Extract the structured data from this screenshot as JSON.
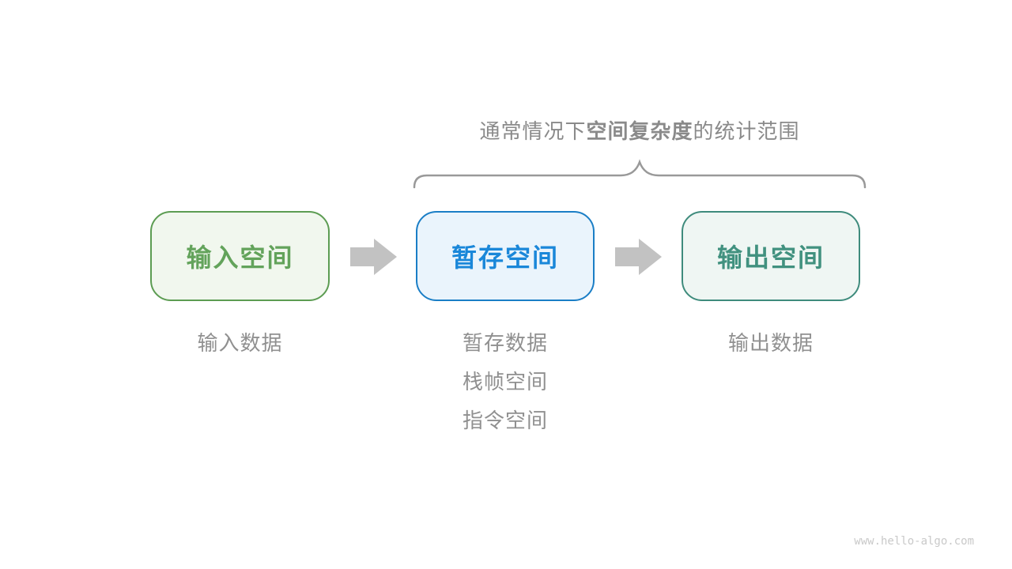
{
  "page": {
    "background": "#ffffff",
    "watermark": "www.hello-algo.com"
  },
  "annotation": {
    "prefix": "通常情况下",
    "bold_term": "空间复杂度",
    "suffix": "的统计范围",
    "color": "#8a8a8a"
  },
  "brace": {
    "color": "#999999"
  },
  "arrow": {
    "color": "#c2c2c2"
  },
  "boxes": [
    {
      "id": "input-space",
      "label": "输入空间",
      "border": "#5c9c52",
      "fill": "#f1f7ee",
      "text": "#63a35b"
    },
    {
      "id": "temp-space",
      "label": "暂存空间",
      "border": "#1a7ec6",
      "fill": "#eaf4fc",
      "text": "#1a87d9"
    },
    {
      "id": "output-space",
      "label": "输出空间",
      "border": "#3e8b7c",
      "fill": "#eff6f3",
      "text": "#41917f"
    }
  ],
  "sublabels": {
    "input": [
      "输入数据"
    ],
    "temp": [
      "暂存数据",
      "栈帧空间",
      "指令空间"
    ],
    "output": [
      "输出数据"
    ]
  }
}
